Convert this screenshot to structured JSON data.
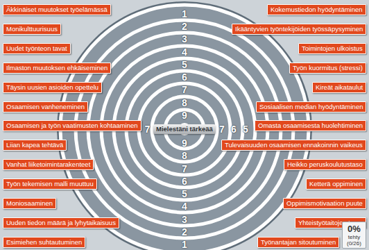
{
  "diagram": {
    "nodes": [
      {
        "text": [
          "Äkkinäiset muutokset työelämässä"
        ]
      },
      {
        "text": [
          "Monikulttuurisuus"
        ]
      },
      {
        "text": [
          "Uudet työnteon tavat"
        ]
      },
      {
        "text": [
          "Ilmaston muutoksen ehkäiseminen"
        ]
      },
      {
        "text": [
          "Täysin uusien asioiden opettelu"
        ]
      },
      {
        "text": [
          "Osaamisen vanheneminen"
        ]
      },
      {
        "text": [
          "Osaamisen ja työn vaatimusten kohtaaminen"
        ]
      },
      {
        "text": [
          "Liian kapea tehtävä"
        ]
      },
      {
        "text": [
          "Vanhat liiketoimintarakenteet"
        ]
      },
      {
        "text": [
          "Työn tekemisen malli muuttuu"
        ]
      },
      {
        "text": [
          "Moniosaaminen"
        ]
      },
      {
        "text": [
          "Uuden tiedon määrä ja lyhytaikaisuus"
        ]
      },
      {
        "text": [
          "Esimiehen suhtautuminen"
        ]
      },
      {
        "text": [
          "Mielestäni tärkeää"
        ]
      },
      {
        "text": [
          "Kokemustiedon hyödyntäminen"
        ]
      },
      {
        "text": [
          "Ikääntyvien työntekijöiden työssäpysyminen"
        ]
      },
      {
        "text": [
          "Toimintojen ulkoistus"
        ]
      },
      {
        "text": [
          "Työn kuormitus (stressi)"
        ]
      },
      {
        "text": [
          "Kireät aikataulut"
        ]
      },
      {
        "text": [
          "Sosiaalisen median hyödyntäminen"
        ]
      },
      {
        "text": [
          "Omasta osaamisesta huolehtiminen"
        ]
      },
      {
        "text": [
          "Tulevaisuuden osaamisen ennakoinnin vaikeus"
        ]
      },
      {
        "text": [
          "Heikko peruskoulutustaso"
        ]
      },
      {
        "text": [
          "Ketterä oppiminen"
        ]
      },
      {
        "text": [
          "Oppimismotivaation puute"
        ]
      },
      {
        "text": [
          "Yhteistyötaitojen tarve"
        ]
      },
      {
        "text": [
          "Työnantajan sitoutuminen"
        ]
      },
      {
        "text": [
          "0%",
          "tehty",
          "(0/26)"
        ]
      }
    ],
    "labels": [
      "1",
      "2",
      "3",
      "4",
      "5",
      "6",
      "7",
      "8",
      "9",
      "7",
      "7",
      "6",
      "5",
      "9",
      "8",
      "7",
      "6",
      "5",
      "4",
      "3",
      "2",
      "1"
    ]
  }
}
